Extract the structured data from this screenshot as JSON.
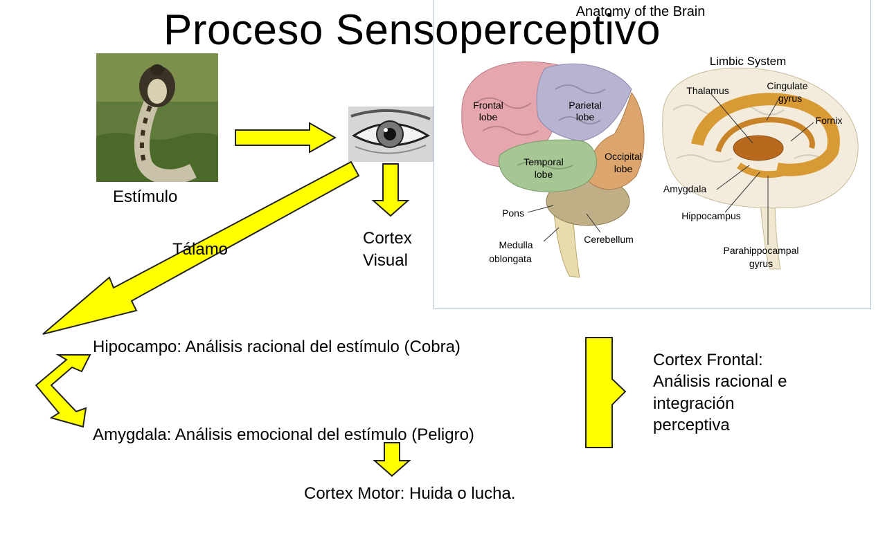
{
  "title": "Proceso Sensoperceptivo",
  "stimulus": {
    "image": "cobra-snake-photo",
    "label": "Estímulo"
  },
  "eye": {
    "image": "eye-drawing"
  },
  "talamo_label": "Tálamo",
  "cortex_visual": [
    "Cortex",
    "Visual"
  ],
  "brain_figure": {
    "title": "Anatomy of the Brain",
    "limbic_title": "Limbic System",
    "lobes": {
      "frontal": [
        "Frontal",
        "lobe"
      ],
      "parietal": [
        "Parietal",
        "lobe"
      ],
      "temporal": [
        "Temporal",
        "lobe"
      ],
      "occipital": [
        "Occipital",
        "lobe"
      ]
    },
    "labels": {
      "pons": "Pons",
      "medulla": [
        "Medulla",
        "oblongata"
      ],
      "cerebellum": "Cerebellum",
      "thalamus": "Thalamus",
      "cingulate": [
        "Cingulate",
        "gyrus"
      ],
      "fornix": "Fornix",
      "amygdala": "Amygdala",
      "hippocampus": "Hippocampus",
      "parahippocampal": [
        "Parahippocampal",
        "gyrus"
      ]
    }
  },
  "hipocampo": "Hipocampo: Análisis racional del estímulo (Cobra)",
  "amygdala": "Amygdala: Análisis emocional del estímulo (Peligro)",
  "cortex_frontal": [
    "Cortex Frontal:",
    "Análisis racional e",
    "integración",
    "perceptiva"
  ],
  "cortex_motor": "Cortex Motor: Huida o lucha.",
  "colors": {
    "arrow_fill": "#ffff00",
    "arrow_stroke": "#222222",
    "panel_border": "#aebfd3"
  }
}
